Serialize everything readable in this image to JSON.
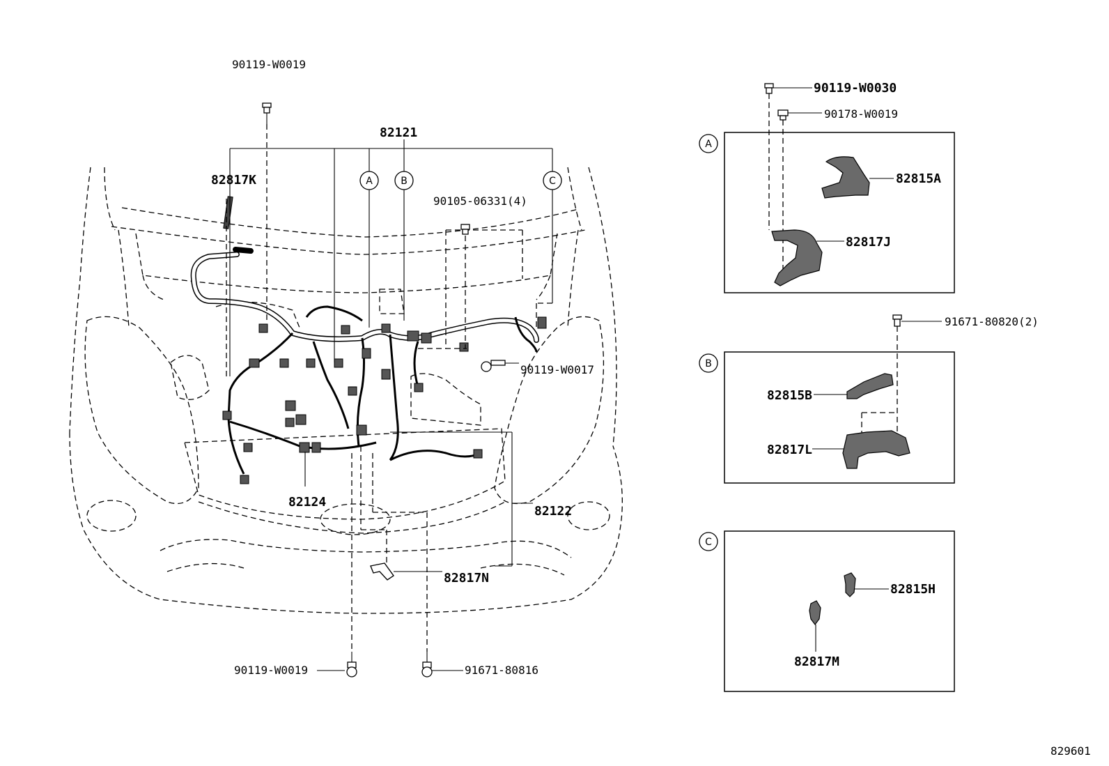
{
  "diagram_number": "829601",
  "parts": {
    "main_harness": "82121",
    "harness_front": "82122",
    "harness_sub": "82124",
    "clamp_k": "82817K",
    "clamp_n": "82817N",
    "bolt_top": "90119-W0019",
    "bolt_bottom_left": "90119-W0019",
    "bolt_bottom_right": "91671-80816",
    "bolt_cluster": "90105-06331(4)",
    "bolt_mid": "90119-W0017"
  },
  "detail_a": {
    "marker": "A",
    "bolt1": "90119-W0030",
    "nut": "90178-W0019",
    "cover": "82815A",
    "clamp": "82817J"
  },
  "detail_b": {
    "marker": "B",
    "bolt": "91671-80820(2)",
    "cover": "82815B",
    "clamp": "82817L"
  },
  "detail_c": {
    "marker": "C",
    "cover": "82815H",
    "clamp": "82817M"
  }
}
